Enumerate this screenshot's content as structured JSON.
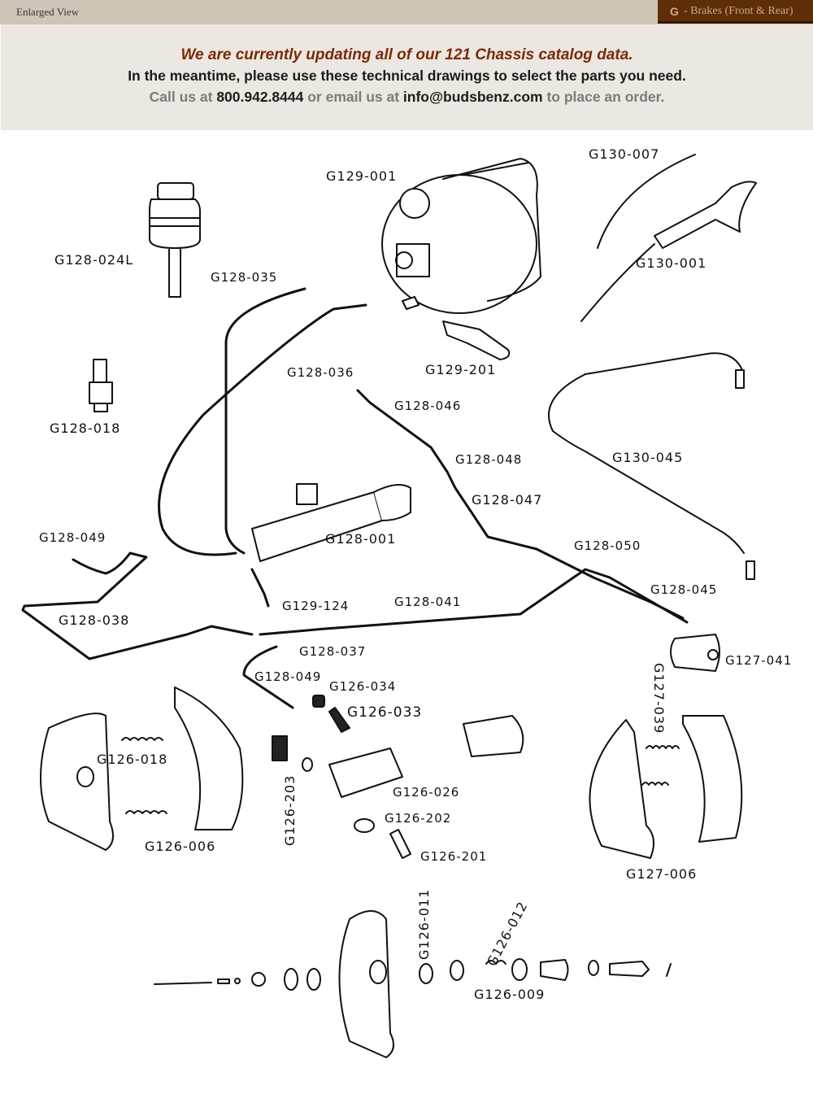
{
  "window": {
    "title": "Enlarged View"
  },
  "section": {
    "letter": "G",
    "separator": " - ",
    "name": "Brakes (Front & Rear)"
  },
  "notice": {
    "headline": "We are currently updating all of our 121 Chassis catalog data.",
    "instruction": "In the meantime, please use these technical drawings to select the parts you need.",
    "contact_prefix": "Call us at ",
    "phone": "800.942.8444",
    "contact_middle": " or email us at ",
    "email": "info@budsbenz.com",
    "contact_suffix": " to place an order."
  },
  "colors": {
    "topbar": "#ccc6b9",
    "section_tab": "#5d2e07",
    "section_text": "#c9ab90",
    "banner_bg": "#ece7e0",
    "headline": "#7a2a09",
    "contact_grey": "#7b7b7b"
  },
  "diagram": {
    "labels": [
      {
        "id": "G129-001",
        "text": "G129-001"
      },
      {
        "id": "G130-007",
        "text": "G130-007"
      },
      {
        "id": "G128-024L",
        "text": "G128-024L"
      },
      {
        "id": "G128-035",
        "text": "G128-035"
      },
      {
        "id": "G130-001",
        "text": "G130-001"
      },
      {
        "id": "G129-201",
        "text": "G129-201"
      },
      {
        "id": "G128-036",
        "text": "G128-036"
      },
      {
        "id": "G128-018",
        "text": "G128-018"
      },
      {
        "id": "G128-046",
        "text": "G128-046"
      },
      {
        "id": "G128-048",
        "text": "G128-048"
      },
      {
        "id": "G130-045",
        "text": "G130-045"
      },
      {
        "id": "G128-047",
        "text": "G128-047"
      },
      {
        "id": "G128-049a",
        "text": "G128-049"
      },
      {
        "id": "G128-001",
        "text": "G128-001"
      },
      {
        "id": "G128-050",
        "text": "G128-050"
      },
      {
        "id": "G128-045",
        "text": "G128-045"
      },
      {
        "id": "G129-124",
        "text": "G129-124"
      },
      {
        "id": "G128-041",
        "text": "G128-041"
      },
      {
        "id": "G128-038",
        "text": "G128-038"
      },
      {
        "id": "G128-037",
        "text": "G128-037"
      },
      {
        "id": "G127-041",
        "text": "G127-041"
      },
      {
        "id": "G128-049b",
        "text": "G128-049"
      },
      {
        "id": "G126-034",
        "text": "G126-034"
      },
      {
        "id": "G126-033",
        "text": "G126-033"
      },
      {
        "id": "G127-039",
        "text": "G127-039"
      },
      {
        "id": "G126-018",
        "text": "G126-018"
      },
      {
        "id": "G126-203",
        "text": "G126-203"
      },
      {
        "id": "G126-026",
        "text": "G126-026"
      },
      {
        "id": "G126-202",
        "text": "G126-202"
      },
      {
        "id": "G126-006",
        "text": "G126-006"
      },
      {
        "id": "G126-201",
        "text": "G126-201"
      },
      {
        "id": "G127-006",
        "text": "G127-006"
      },
      {
        "id": "G126-011",
        "text": "G126-011"
      },
      {
        "id": "G126-012",
        "text": "G126-012"
      },
      {
        "id": "G126-009",
        "text": "G126-009"
      }
    ]
  }
}
